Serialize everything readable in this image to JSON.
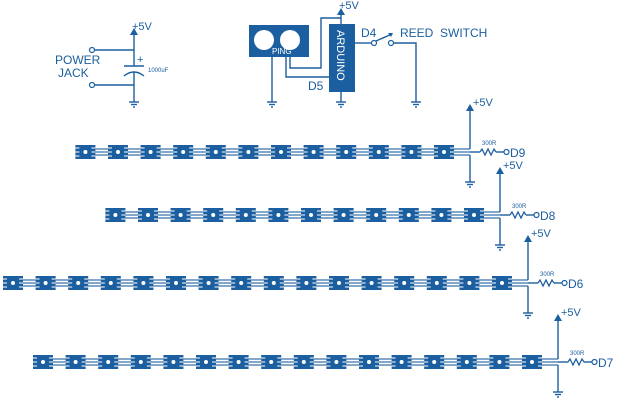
{
  "colors": {
    "ink": "#1c5fa0",
    "background": "#ffffff"
  },
  "power": {
    "supply_label": "+5V",
    "jack_label_line1": "POWER",
    "jack_label_line2": "JACK",
    "capacitor_value": "1000uF",
    "capacitor_polarity": "+"
  },
  "controller": {
    "sensor_label": "PING",
    "arduino_label": "ARDUINO",
    "supply_label": "+5V",
    "ping_pin_label": "D5",
    "switch_pin_label": "D4",
    "switch_label": "REED  SWITCH"
  },
  "strips": [
    {
      "pin": "D9",
      "supply_label": "+5V",
      "resistor": "300R",
      "led_count": 12
    },
    {
      "pin": "D8",
      "supply_label": "+5V",
      "resistor": "300R",
      "led_count": 12
    },
    {
      "pin": "D6",
      "supply_label": "+5V",
      "resistor": "300R",
      "led_count": 16
    },
    {
      "pin": "D7",
      "supply_label": "+5V",
      "resistor": "300R",
      "led_count": 16
    }
  ]
}
